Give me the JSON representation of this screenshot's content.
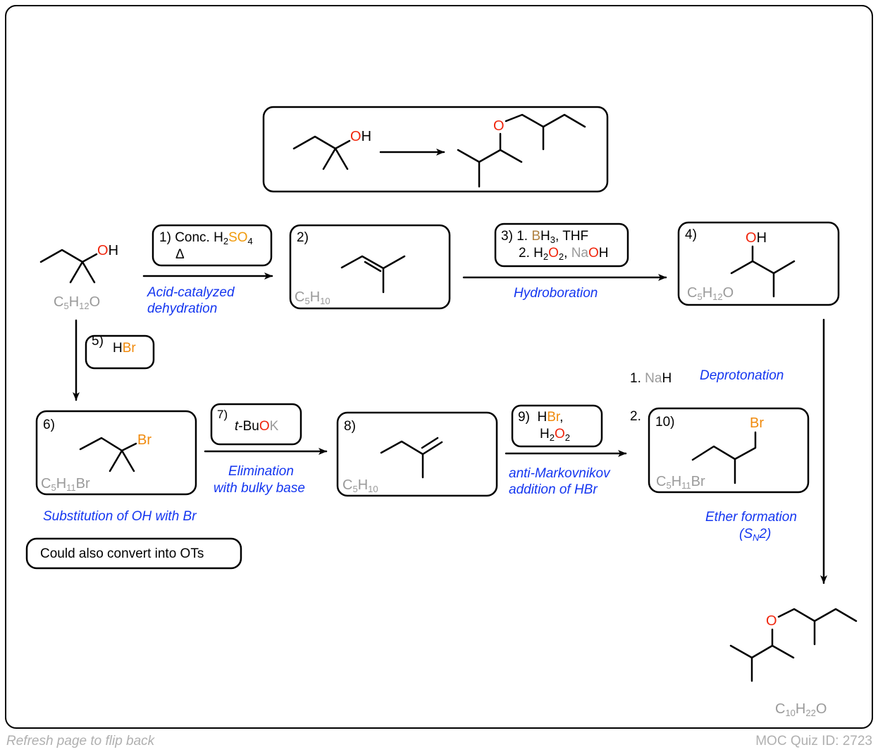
{
  "target": {
    "start_atom_O": "O",
    "start_atom_H": "H",
    "product_atom_O": "O"
  },
  "start": {
    "atom_O": "O",
    "atom_H": "H",
    "formula": {
      "C": "C",
      "c": "5",
      "H": "H",
      "h": "12",
      "O": "O"
    }
  },
  "steps": {
    "s1": {
      "num": "1)",
      "reagent_a": "Conc. H",
      "sub2": "2",
      "S": "S",
      "O": "O",
      "sub4": "4",
      "heat": "Δ",
      "note1": "Acid-catalyzed",
      "note2": "dehydration"
    },
    "s2": {
      "num": "2)",
      "formula": {
        "C": "C",
        "c": "5",
        "H": "H",
        "h": "10"
      }
    },
    "s3": {
      "num": "3)",
      "line1_num": "1.",
      "B": "B",
      "H3": "H",
      "sub3": "3",
      "thf": ", THF",
      "line2_num": "2.",
      "H2": "H",
      "sub2a": "2",
      "O2": "O",
      "sub2b": "2",
      "comma": ",",
      "Na": "Na",
      "O": "O",
      "H": "H",
      "note": "Hydroboration"
    },
    "s4": {
      "num": "4)",
      "atom_O": "O",
      "atom_H": "H",
      "formula": {
        "C": "C",
        "c": "5",
        "H": "H",
        "h": "12",
        "O": "O"
      }
    },
    "s5": {
      "num": "5)",
      "H": "H",
      "Br": "Br",
      "note": "Substitution of OH with Br",
      "aside": "Could also convert into OTs"
    },
    "s6": {
      "num": "6)",
      "atom_Br": "Br",
      "formula": {
        "C": "C",
        "c": "5",
        "H": "H",
        "h": "11",
        "Br": "Br"
      }
    },
    "s7": {
      "num": "7)",
      "t": "t",
      "Bu": "-Bu",
      "O": "O",
      "K": "K",
      "note1": "Elimination",
      "note2": "with bulky base"
    },
    "s8": {
      "num": "8)",
      "formula": {
        "C": "C",
        "c": "5",
        "H": "H",
        "h": "10"
      }
    },
    "s9": {
      "num": "9)",
      "H": "H",
      "Br": "Br",
      "comma": ",",
      "H2": "H",
      "sub2a": "2",
      "O": "O",
      "sub2b": "2",
      "note1": "anti-Markovnikov",
      "note2": "addition of HBr"
    },
    "s10": {
      "num": "10)",
      "atom_Br": "Br",
      "formula": {
        "C": "C",
        "c": "5",
        "H": "H",
        "h": "11",
        "Br": "Br"
      }
    },
    "ether": {
      "step1_num": "1.",
      "Na": "Na",
      "H": "H",
      "step2_num": "2.",
      "note_deprot": "Deprotonation",
      "note_ether1": "Ether formation",
      "note_ether2_open": "(S",
      "note_ether2_sub": "N",
      "note_ether2_close": "2)"
    }
  },
  "final": {
    "atom_O": "O",
    "formula": {
      "C": "C",
      "c": "10",
      "H": "H",
      "h": "22",
      "O": "O"
    }
  },
  "footer": {
    "left": "Refresh page to flip back",
    "right": "MOC Quiz ID: 2723"
  },
  "colors": {
    "oxygen": "#f0250c",
    "bromine": "#f08a0c",
    "boron": "#b08040",
    "note": "#1436f0",
    "formula": "#9a9a9a"
  }
}
